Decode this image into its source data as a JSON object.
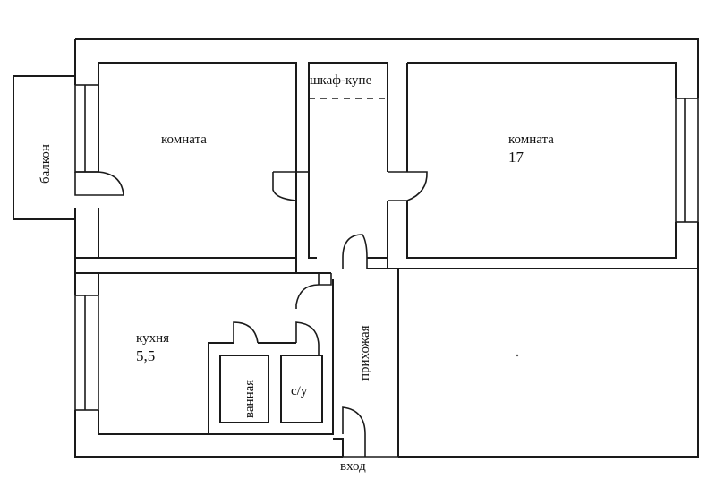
{
  "rooms": {
    "room_left": {
      "label": "комната"
    },
    "room_right": {
      "label": "комната",
      "area": "17"
    },
    "kitchen": {
      "label": "кухня",
      "area": "5,5"
    },
    "wardrobe": {
      "label": "шкаф-купе"
    },
    "bathroom": {
      "label": "ванная"
    },
    "toilet": {
      "label": "с/у"
    },
    "hallway": {
      "label": "прихожая"
    },
    "balcony": {
      "label": "балкон"
    },
    "entrance": {
      "label": "вход"
    }
  }
}
